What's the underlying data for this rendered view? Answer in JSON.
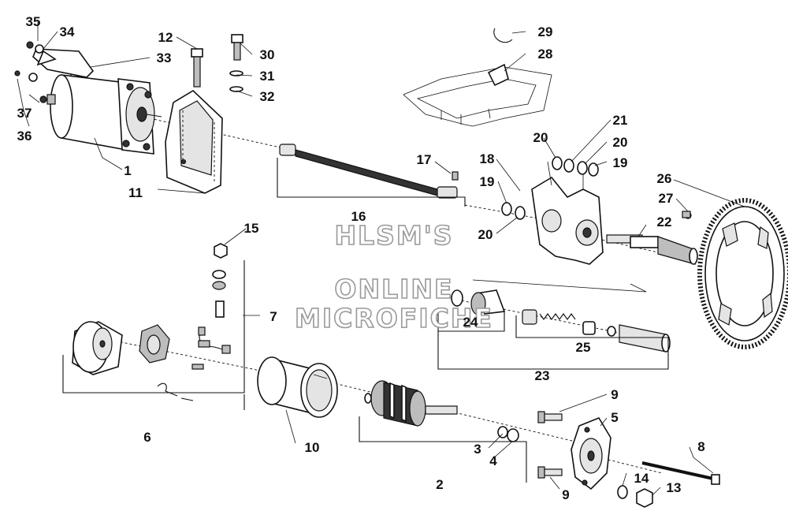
{
  "watermark": [
    "HLSM'S",
    "ONLINE",
    "MICROFICHE"
  ],
  "callouts": {
    "c1": "1",
    "c2": "2",
    "c3": "3",
    "c4": "4",
    "c5": "5",
    "c6": "6",
    "c7": "7",
    "c8": "8",
    "c9a": "9",
    "c9b": "9",
    "c10": "10",
    "c11": "11",
    "c12": "12",
    "c13": "13",
    "c14": "14",
    "c15": "15",
    "c16": "16",
    "c17": "17",
    "c18": "18",
    "c19a": "19",
    "c19b": "19",
    "c20a": "20",
    "c20b": "20",
    "c20c": "20",
    "c21": "21",
    "c22": "22",
    "c23": "23",
    "c24": "24",
    "c25": "25",
    "c26": "26",
    "c27": "27",
    "c28": "28",
    "c29": "29",
    "c30": "30",
    "c31": "31",
    "c32": "32",
    "c33": "33",
    "c34": "34",
    "c35": "35",
    "c36": "36",
    "c37": "37"
  }
}
